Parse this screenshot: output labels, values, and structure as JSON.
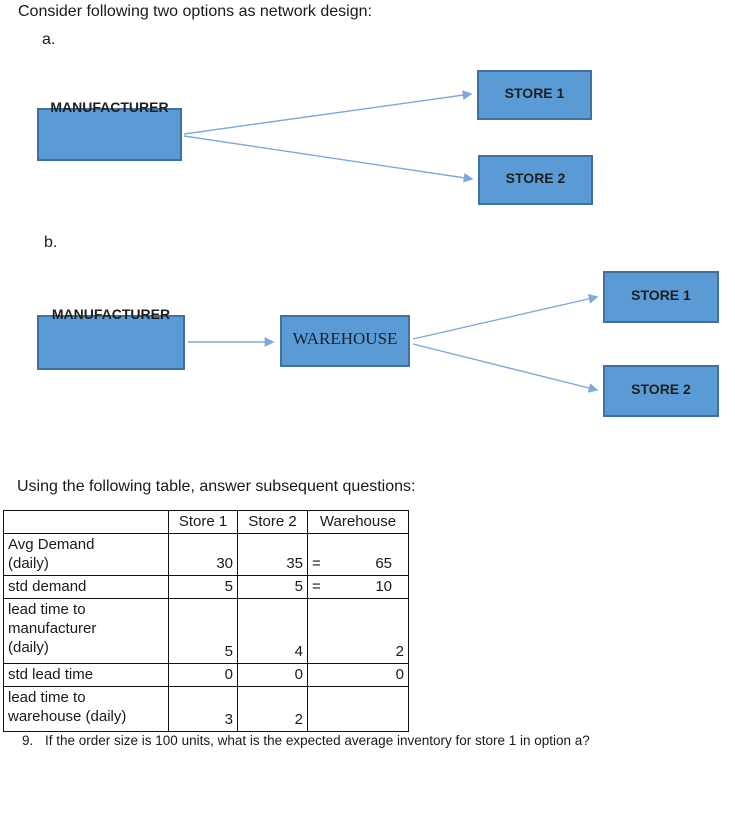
{
  "title": "Consider following two options as network design:",
  "option_a": {
    "label": "a.",
    "nodes": {
      "manufacturer": "MANUFACTURER",
      "store1": "STORE 1",
      "store2": "STORE 2"
    }
  },
  "option_b": {
    "label": "b.",
    "nodes": {
      "manufacturer": "MANUFACTURER",
      "warehouse": "WAREHOUSE",
      "store1": "STORE 1",
      "store2": "STORE 2"
    }
  },
  "table_intro": "Using the following table, answer subsequent questions:",
  "table": {
    "headers": [
      "",
      "Store 1",
      "Store 2",
      "Warehouse"
    ],
    "rows": [
      {
        "label": "Avg Demand\n(daily)",
        "store1": "30",
        "store2": "35",
        "wh_prefix": "=",
        "warehouse": "65"
      },
      {
        "label": "std demand",
        "store1": "5",
        "store2": "5",
        "wh_prefix": "=",
        "warehouse": "10"
      },
      {
        "label": "lead time to\nmanufacturer\n(daily)",
        "store1": "5",
        "store2": "4",
        "warehouse": "2"
      },
      {
        "label": "std lead time",
        "store1": "0",
        "store2": "0",
        "warehouse": "0"
      },
      {
        "label": "lead time to\nwarehouse (daily)",
        "store1": "3",
        "store2": "2",
        "warehouse": ""
      }
    ]
  },
  "question": {
    "number": "9.",
    "text": "If the order size is 100 units, what is the expected average inventory for store 1 in option a?"
  },
  "colors": {
    "box_fill": "#5B9BD5",
    "box_border": "#41719C",
    "arrow": "#7FA8DC",
    "text": "#1a1a1a"
  }
}
